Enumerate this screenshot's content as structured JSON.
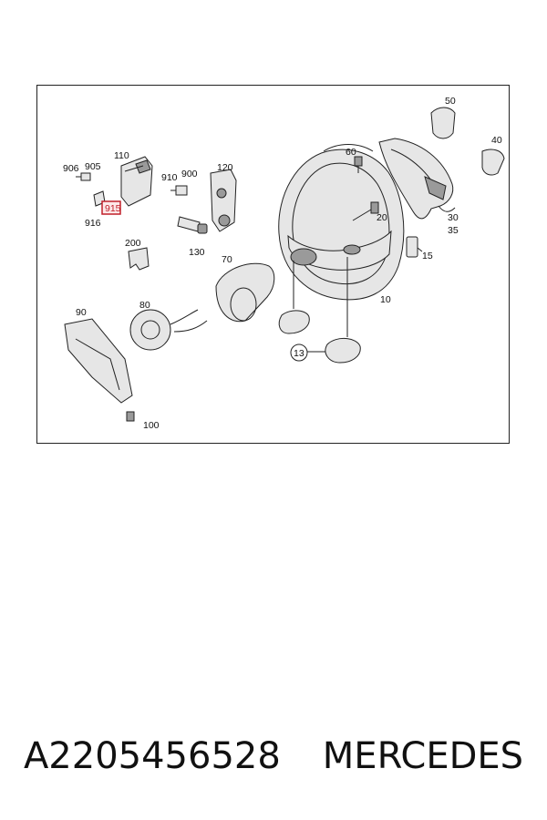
{
  "diagram": {
    "labels": {
      "p10": "10",
      "p13": "13",
      "p15": "15",
      "p20": "20",
      "p30": "30",
      "p35": "35",
      "p40": "40",
      "p50": "50",
      "p60": "60",
      "p70": "70",
      "p80": "80",
      "p90": "90",
      "p100": "100",
      "p110": "110",
      "p120": "120",
      "p130": "130",
      "p200": "200",
      "p900": "900",
      "p905": "905",
      "p906": "906",
      "p910": "910",
      "p915": "915",
      "p916": "916"
    },
    "highlight_color": "#c0202a"
  },
  "caption": {
    "part_number": "A2205456528",
    "brand": "MERCEDES"
  }
}
